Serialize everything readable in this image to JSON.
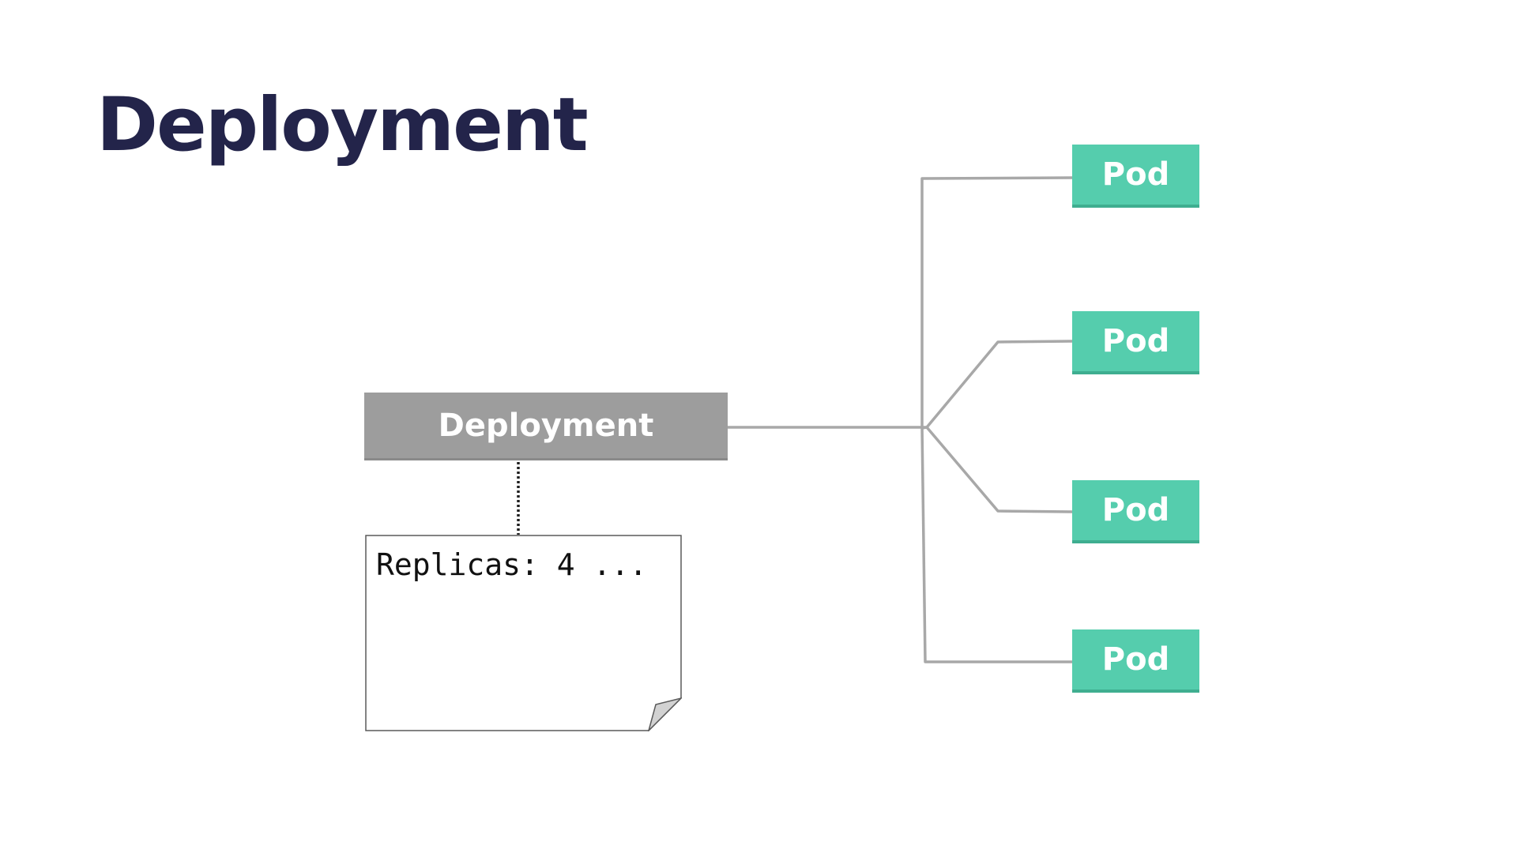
{
  "slide": {
    "title": "Deployment"
  },
  "diagram": {
    "deployment_label": "Deployment",
    "pods": [
      "Pod",
      "Pod",
      "Pod",
      "Pod"
    ],
    "note_text": "Replicas: 4 ...",
    "colors": {
      "title": "#23244a",
      "deployment": "#9d9d9d",
      "pod": "#55cdad",
      "connector": "#a8a8a8"
    }
  }
}
